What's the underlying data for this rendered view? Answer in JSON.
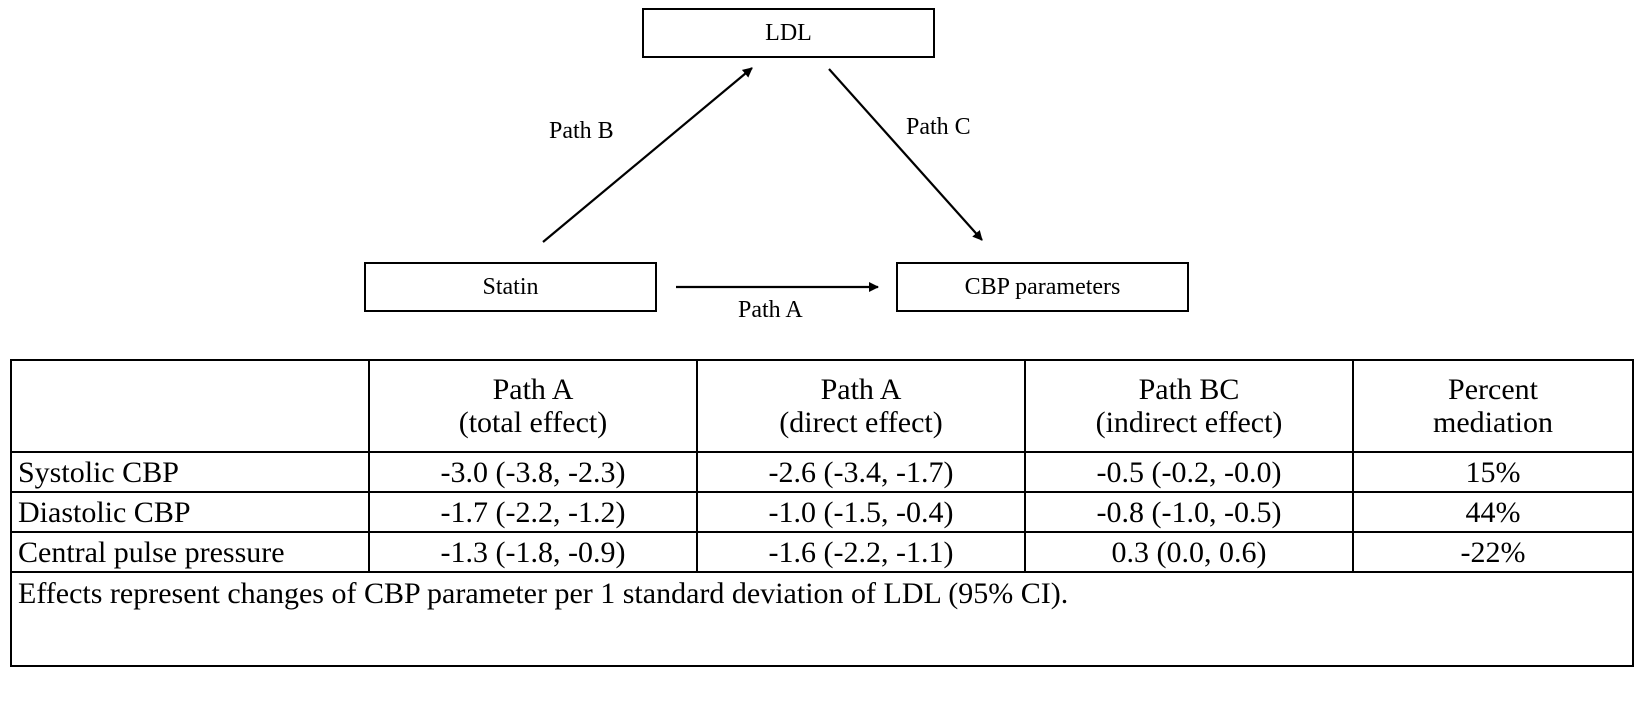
{
  "diagram": {
    "nodes": {
      "ldl": "LDL",
      "statin": "Statin",
      "cbp": "CBP parameters"
    },
    "paths": {
      "a": "Path A",
      "b": "Path B",
      "c": "Path C"
    }
  },
  "table": {
    "headers": [
      {
        "line1": "",
        "line2": ""
      },
      {
        "line1": "Path A",
        "line2": "(total effect)"
      },
      {
        "line1": "Path A",
        "line2": "(direct effect)"
      },
      {
        "line1": "Path BC",
        "line2": "(indirect effect)"
      },
      {
        "line1": "Percent",
        "line2": "mediation"
      }
    ],
    "rows": [
      {
        "label": "Systolic CBP",
        "cells": [
          "-3.0 (-3.8, -2.3)",
          "-2.6 (-3.4, -1.7)",
          "-0.5 (-0.2, -0.0)",
          "15%"
        ]
      },
      {
        "label": "Diastolic CBP",
        "cells": [
          "-1.7 (-2.2, -1.2)",
          "-1.0 (-1.5, -0.4)",
          "-0.8 (-1.0, -0.5)",
          "44%"
        ]
      },
      {
        "label": "Central pulse pressure",
        "cells": [
          "-1.3 (-1.8, -0.9)",
          "-1.6 (-2.2, -1.1)",
          "0.3 (0.0, 0.6)",
          "-22%"
        ]
      }
    ],
    "footnote": "Effects represent changes of CBP parameter per 1 standard deviation of LDL (95% CI)."
  }
}
